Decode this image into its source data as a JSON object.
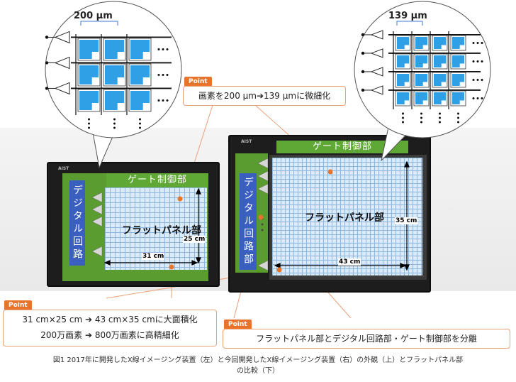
{
  "left_bubble": {
    "pitch": "200 μm"
  },
  "right_bubble": {
    "pitch": "139 μm"
  },
  "left_device": {
    "gate_label": "ゲート制御部",
    "digital_label": "デジタル回路",
    "panel_label": "フラットパネル部",
    "width": "31 cm",
    "height": "25 cm",
    "logo": "AIST"
  },
  "right_device": {
    "gate_label": "ゲート制御部",
    "digital_label": "デジタル回路部",
    "panel_label": "フラットパネル部",
    "width": "43 cm",
    "height": "35 cm",
    "logo": "AIST"
  },
  "points": {
    "tag": "Point",
    "pixel": "画素を200 μm➔139 μmに微細化",
    "area_line1": "31 cm×25 cm ➔ 43 cm×35 cmに大面積化",
    "area_line2": "200万画素 ➔ 800万画素に高精細化",
    "separation": "フラットパネル部とデジタル回路部・ゲート制御部を分離"
  },
  "caption": {
    "line1": "図1 2017年に開発したX線イメージング装置（左）と今回開発したX線イメージング装置（右）の外観（上）とフラットパネル部",
    "line2": "の比較（下）"
  },
  "colors": {
    "accent": "#e8742b",
    "gate": "#5fa836",
    "digital": "#3a5fc0",
    "pixel": "#2fa0e6"
  }
}
